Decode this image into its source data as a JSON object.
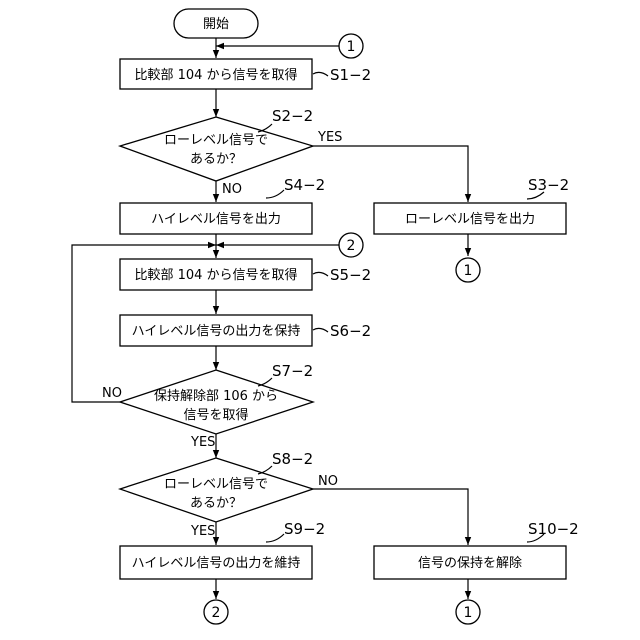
{
  "terminal": {
    "start": "開始"
  },
  "process": {
    "s1": "比較部 104 から信号を取得",
    "s3": "ローレベル信号を出力",
    "s4": "ハイレベル信号を出力",
    "s5": "比較部 104 から信号を取得",
    "s6": "ハイレベル信号の出力を保持",
    "s9": "ハイレベル信号の出力を維持",
    "s10": "信号の保持を解除"
  },
  "decision": {
    "s2": [
      "ローレベル信号で",
      "あるか？"
    ],
    "s7": [
      "保持解除部 106 から",
      "信号を取得"
    ],
    "s8": [
      "ローレベル信号で",
      "あるか？"
    ]
  },
  "step_labels": {
    "s1": "S1−2",
    "s2": "S2−2",
    "s3": "S3−2",
    "s4": "S4−2",
    "s5": "S5−2",
    "s6": "S6−2",
    "s7": "S7−2",
    "s8": "S8−2",
    "s9": "S9−2",
    "s10": "S10−2"
  },
  "branch_labels": {
    "s2_yes": "YES",
    "s2_no": "NO",
    "s7_no": "NO",
    "s7_yes": "YES",
    "s8_no": "NO",
    "s8_yes": "YES"
  },
  "connectors": {
    "c1_entry": "1",
    "c2_entry": "2",
    "c1_from_s3": "1",
    "c1_from_s10": "1",
    "c2_from_s9": "2"
  },
  "colors": {
    "line": "#000000",
    "background": "#ffffff"
  }
}
